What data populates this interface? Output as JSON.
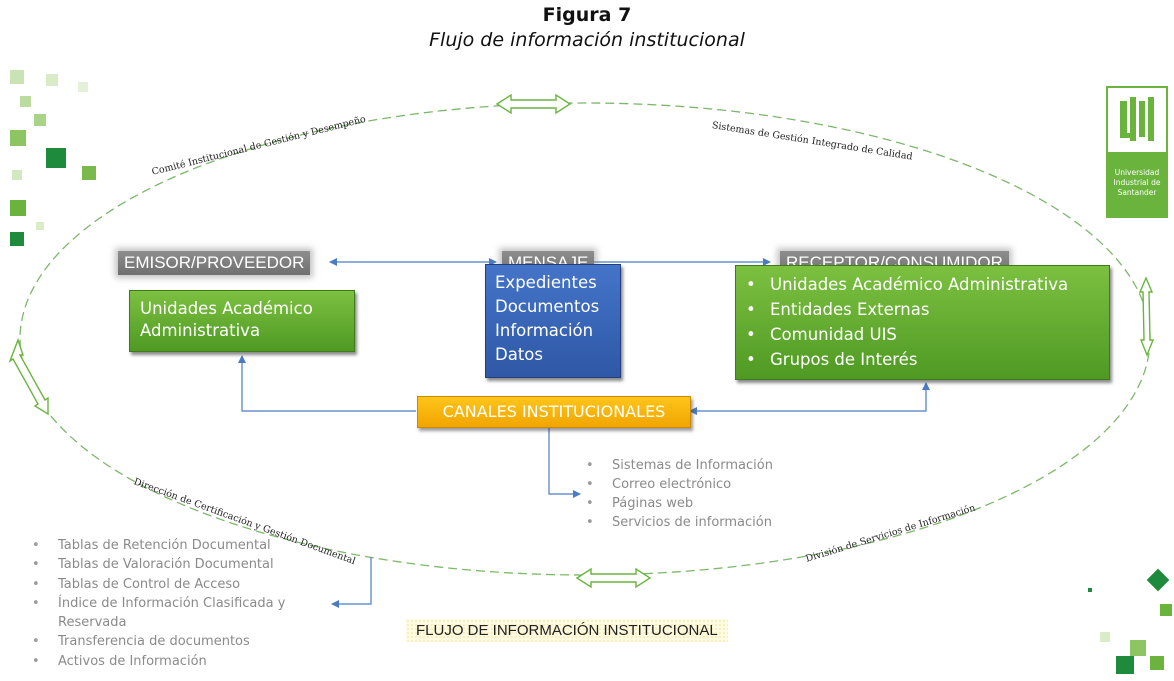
{
  "figure": {
    "title": "Figura 7",
    "subtitle": "Flujo de información institucional"
  },
  "ring_labels": {
    "top_left": "Comité Institucional de Gestión y Desempeño",
    "top_right": "Sistemas de Gestión Integrado de Calidad",
    "bottom_left": "Dirección de Certificación y Gestión Documental",
    "bottom_right": "División de Servicios de Información"
  },
  "roles": {
    "emisor": "EMISOR/PROVEEDOR",
    "mensaje": "MENSAJE",
    "receptor": "RECEPTOR/CONSUMIDOR"
  },
  "emisor_box": {
    "line1": "Unidades Académico",
    "line2": "Administrativa"
  },
  "mensaje_box": {
    "items": [
      "Expedientes",
      "Documentos",
      "Información",
      "Datos"
    ]
  },
  "receptor_box": {
    "items": [
      "Unidades Académico Administrativa",
      "Entidades Externas",
      "Comunidad UIS",
      "Grupos de Interés"
    ]
  },
  "canales": {
    "label": "CANALES INSTITUCIONALES",
    "items": [
      "Sistemas de Información",
      "Correo electrónico",
      "Páginas web",
      "Servicios de información"
    ]
  },
  "documental_list": {
    "items": [
      "Tablas de Retención Documental",
      "Tablas de Valoración Documental",
      "Tablas de Control de Acceso",
      "Índice de Información Clasificada y Reservada",
      "Transferencia de documentos",
      "Activos de Información"
    ]
  },
  "footer_label": "FLUJO DE INFORMACIÓN INSTITUCIONAL",
  "logo": {
    "line1": "Universidad",
    "line2": "Industrial de",
    "line3": "Santander"
  },
  "colors": {
    "green": "#6ab43e",
    "blue": "#3464b8",
    "orange": "#f7b500",
    "gray": "#7f7f7f",
    "connector": "#4a7cc4"
  }
}
